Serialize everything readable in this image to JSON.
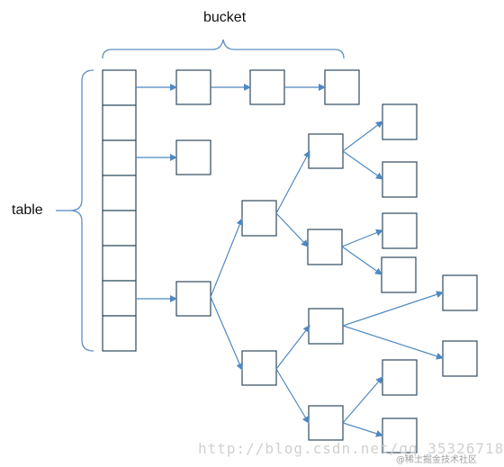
{
  "labels": {
    "bucket": "bucket",
    "table": "table"
  },
  "watermark": {
    "url": "http://blog.csdn.net/qq_35326718",
    "community": "@稀土掘金技术社区"
  },
  "colors": {
    "box_stroke": "#2f4a5e",
    "arrow": "#4f88c0",
    "brace": "#5b8fc4",
    "text": "#111111"
  }
}
